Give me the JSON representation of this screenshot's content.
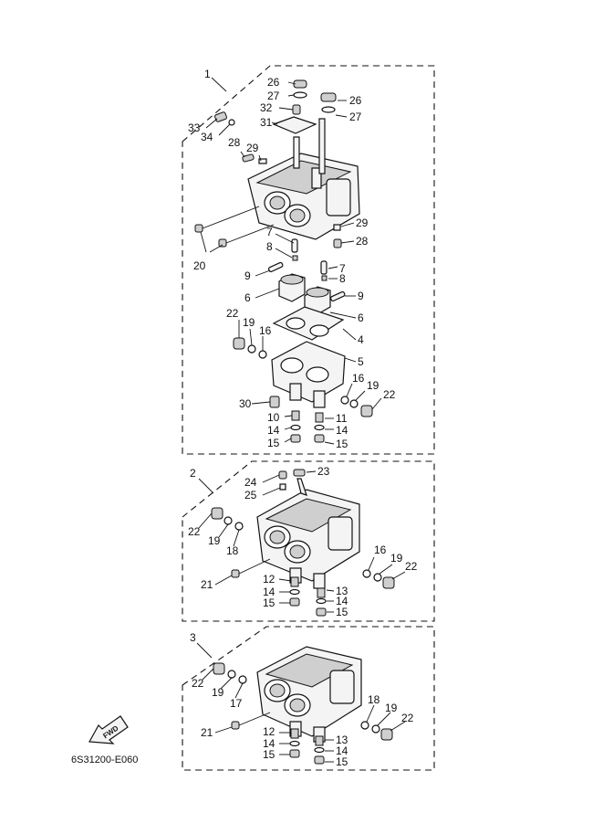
{
  "drawing_code": "6S31200-E060",
  "fwd_label": "FWD",
  "groups": [
    {
      "group_number": "1",
      "callouts": [
        "26",
        "27",
        "32",
        "31",
        "33",
        "34",
        "28",
        "29",
        "26",
        "27",
        "29",
        "28",
        "20",
        "7",
        "8",
        "9",
        "7",
        "8",
        "6",
        "9",
        "6",
        "22",
        "19",
        "16",
        "4",
        "5",
        "30",
        "10",
        "11",
        "16",
        "19",
        "22",
        "14",
        "14",
        "15",
        "15"
      ]
    },
    {
      "group_number": "2",
      "callouts": [
        "24",
        "23",
        "25",
        "22",
        "19",
        "18",
        "16",
        "19",
        "22",
        "21",
        "12",
        "13",
        "14",
        "14",
        "15",
        "15"
      ]
    },
    {
      "group_number": "3",
      "callouts": [
        "22",
        "19",
        "17",
        "18",
        "19",
        "22",
        "21",
        "12",
        "13",
        "14",
        "14",
        "15",
        "15"
      ]
    }
  ]
}
